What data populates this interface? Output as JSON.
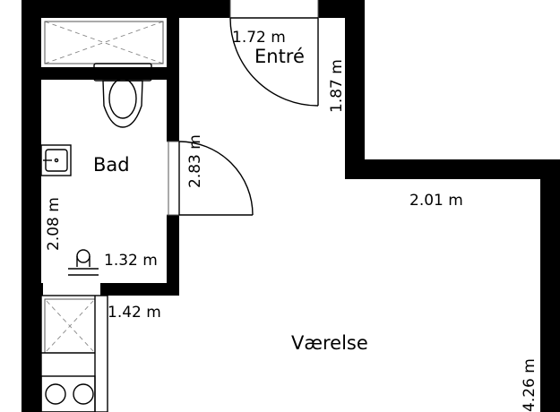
{
  "rooms": {
    "entre": "Entré",
    "bad": "Bad",
    "vaerelse": "Værelse"
  },
  "dimensions": {
    "entre_width": "1.72 m",
    "entre_depth": "1.87 m",
    "bad_depth": "2.83 m",
    "bad_height": "2.08 m",
    "bad_width": "1.32 m",
    "kitchen_width": "1.42 m",
    "room_width": "2.01 m",
    "room_depth": "4.26 m"
  },
  "colors": {
    "wall": "#000000",
    "background": "#ffffff"
  }
}
